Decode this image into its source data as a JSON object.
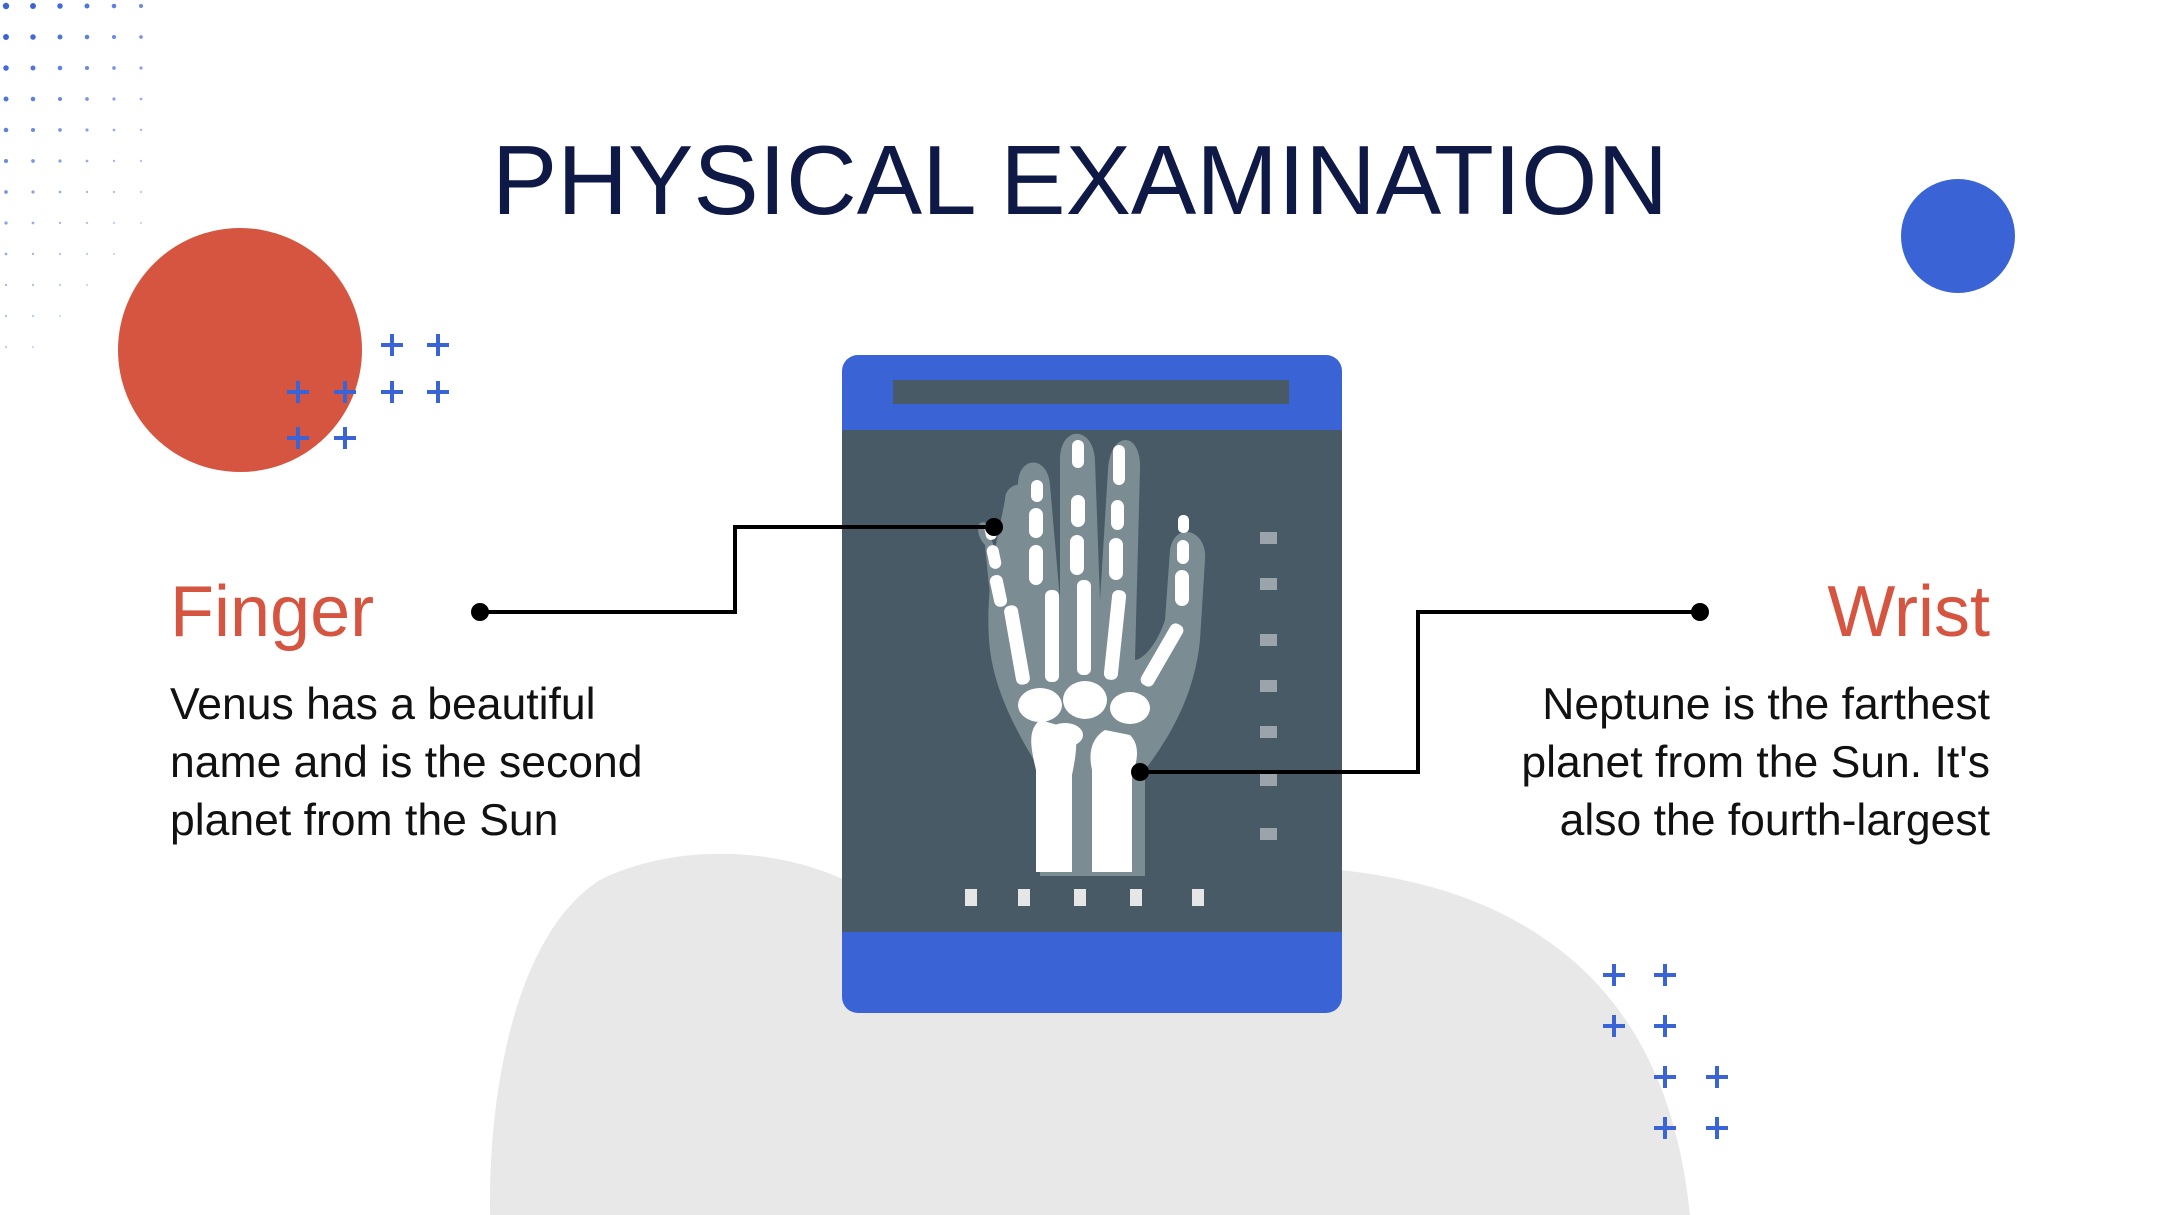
{
  "title": "PHYSICAL EXAMINATION",
  "finger": {
    "heading": "Finger",
    "lines": [
      "Venus has a beautiful",
      "name and is the second",
      "planet from the Sun"
    ]
  },
  "wrist": {
    "heading": "Wrist",
    "lines": [
      "Neptune is the farthest",
      "planet from the Sun. It's",
      "also the fourth-largest"
    ]
  },
  "colors": {
    "title": "#0e1a45",
    "accent_red": "#d65540",
    "accent_blue": "#3a63d6",
    "xray_dark": "#475a65",
    "blob_gray": "#e8e8e8"
  }
}
